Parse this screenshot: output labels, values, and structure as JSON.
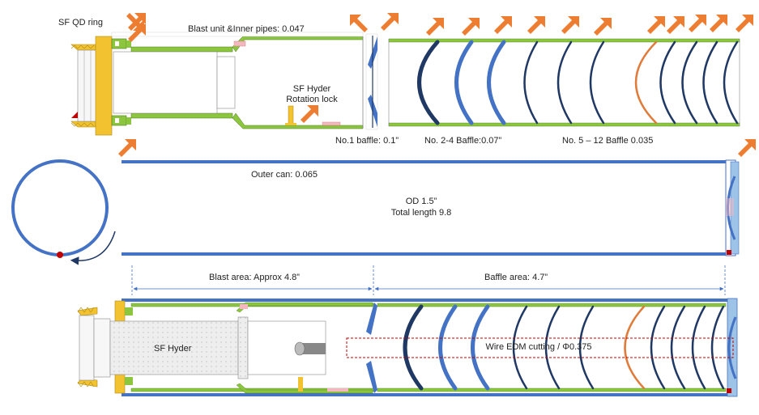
{
  "labels": {
    "qd_ring": "SF QD ring",
    "blast_unit": "Blast unit &Inner pipes: 0.047",
    "hyder_lock_line1": "SF Hyder",
    "hyder_lock_line2": "Rotation lock",
    "baffle_1": "No.1 baffle: 0.1”",
    "baffle_2_4": "No. 2-4 Baffle:0.07”",
    "baffle_5_12": "No. 5 – 12 Baffle 0.035",
    "outer_can": "Outer can: 0.065",
    "od": "OD 1.5”",
    "total_length": "Total length  9.8",
    "blast_area": "Blast area: Approx 4.8”",
    "baffle_area": "Baffle area: 4.7”",
    "sf_hyder": "SF Hyder",
    "wire_edm": "Wire EDM cutting / Φ0.375"
  },
  "colors": {
    "green_pipe": "#8CC63F",
    "blue_can": "#4472C4",
    "dark_baffle": "#1F3864",
    "orange_baffle": "#E07B39",
    "arrow": "#ED7D31",
    "yellow_part": "#F2C230",
    "pink_part": "#F4B7C0",
    "dim_line": "#4472C4",
    "edm_box": "#C00000"
  },
  "icons": [
    "arrow-pointer-icon",
    "rotation-arrow-icon",
    "dimension-arrow-icon"
  ]
}
